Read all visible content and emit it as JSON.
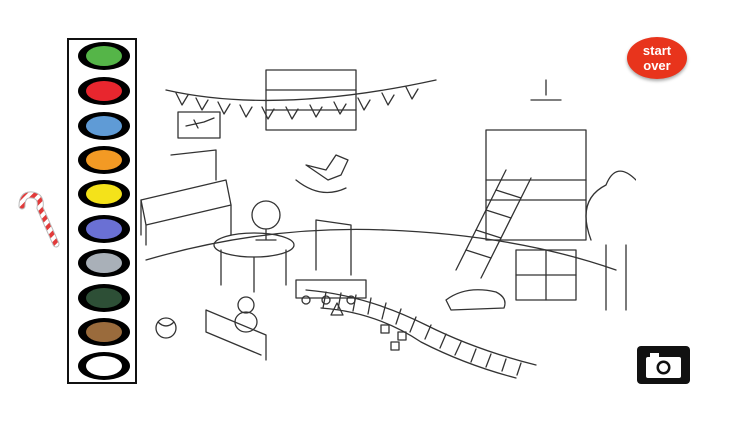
{
  "palette": {
    "colors": [
      {
        "name": "green",
        "hex": "#55b548"
      },
      {
        "name": "red",
        "hex": "#e8262e"
      },
      {
        "name": "light-blue",
        "hex": "#5f9bd6"
      },
      {
        "name": "orange",
        "hex": "#f39a24"
      },
      {
        "name": "yellow",
        "hex": "#f4e21a"
      },
      {
        "name": "periwinkle",
        "hex": "#6a70d4"
      },
      {
        "name": "gray",
        "hex": "#a9b0b8"
      },
      {
        "name": "dark-green",
        "hex": "#2d4f36"
      },
      {
        "name": "brown",
        "hex": "#9a6b3c"
      },
      {
        "name": "white",
        "hex": "#ffffff"
      }
    ]
  },
  "buttons": {
    "start_over_label": "start over"
  },
  "icons": {
    "candy_cane": "candy-cane-icon",
    "camera": "camera-icon"
  }
}
